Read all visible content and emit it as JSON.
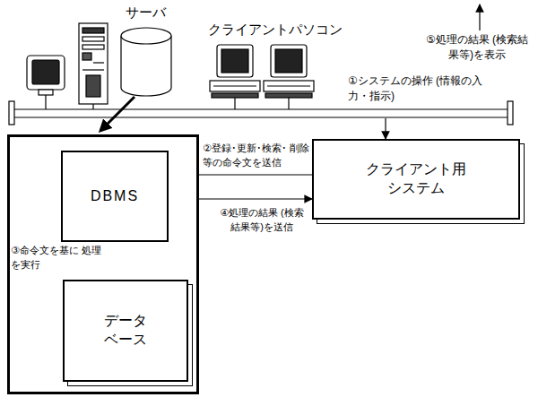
{
  "diagram": {
    "nodes": [
      {
        "text": []
      },
      {
        "text": [
          "DBMS"
        ],
        "in": 0
      },
      {
        "text": [
          "データ ベース"
        ],
        "in": 0
      },
      {
        "text": [
          "クライアント用 システム"
        ]
      }
    ],
    "edges": [
      {
        "from": 3,
        "to": 1,
        "arrow": "to",
        "label": "②登録･更新･検索･ 削除等の命令文を送信"
      },
      {
        "from": 1,
        "to": 3,
        "arrow": "to",
        "label": "④処理の結果 (検索結果等)を送信"
      },
      {
        "from": 1,
        "to": 2,
        "arrow": "to",
        "label": "③命令文を基に 処理を実行"
      },
      {
        "from": 2,
        "to": 1,
        "arrow": "to"
      }
    ],
    "labels": [
      "サーバ",
      "クライアントパソコン",
      "①システムの操作 (情報の入力・指示)",
      "⑤処理の結果 (検索結果等)を表示"
    ]
  }
}
